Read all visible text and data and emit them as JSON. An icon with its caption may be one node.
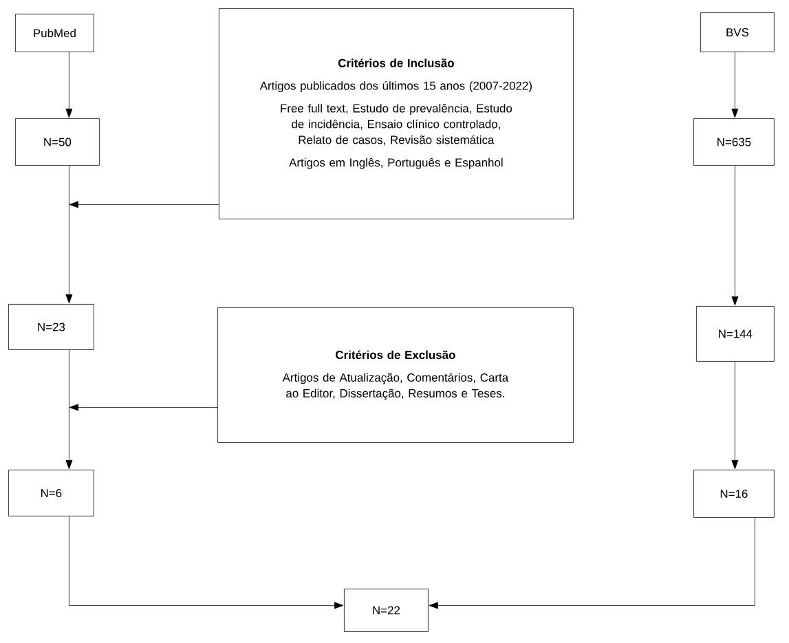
{
  "diagram": {
    "nodes": [
      {
        "text": [
          "PubMed"
        ]
      },
      {
        "text": [
          "N=50"
        ]
      },
      {
        "text": [
          "Critérios de Inclusão",
          "Artigos publicados dos últimos 15 anos (2007-2022)",
          "Free full text, Estudo de prevalência, Estudo de incidência, Ensaio clínico controlado, Relato de casos, Revisão sistemática",
          "Artigos em Inglês, Português e Espanhol"
        ]
      },
      {
        "text": [
          "BVS"
        ]
      },
      {
        "text": [
          "N=635"
        ]
      },
      {
        "text": [
          "N=23"
        ]
      },
      {
        "text": [
          "Critérios de Exclusão",
          "Artigos de Atualização, Comentários, Carta ao Editor, Dissertação, Resumos e Teses."
        ]
      },
      {
        "text": [
          "N=144"
        ]
      },
      {
        "text": [
          "N=6"
        ]
      },
      {
        "text": [
          "N=16"
        ]
      },
      {
        "text": [
          "N=22"
        ]
      }
    ],
    "edges": [
      {
        "from": 0,
        "to": 1,
        "arrow": "to"
      },
      {
        "from": 1,
        "to": 5,
        "arrow": "to"
      },
      {
        "from": 2,
        "to": null,
        "arrow": "to"
      },
      {
        "from": 5,
        "to": 8,
        "arrow": "to"
      },
      {
        "from": 6,
        "to": null,
        "arrow": "to"
      },
      {
        "from": 3,
        "to": 4,
        "arrow": "to"
      },
      {
        "from": 4,
        "to": 7,
        "arrow": "to"
      },
      {
        "from": 7,
        "to": 9,
        "arrow": "to"
      },
      {
        "from": 8,
        "to": 10,
        "arrow": "to"
      },
      {
        "from": 9,
        "to": 10,
        "arrow": "to"
      }
    ]
  }
}
